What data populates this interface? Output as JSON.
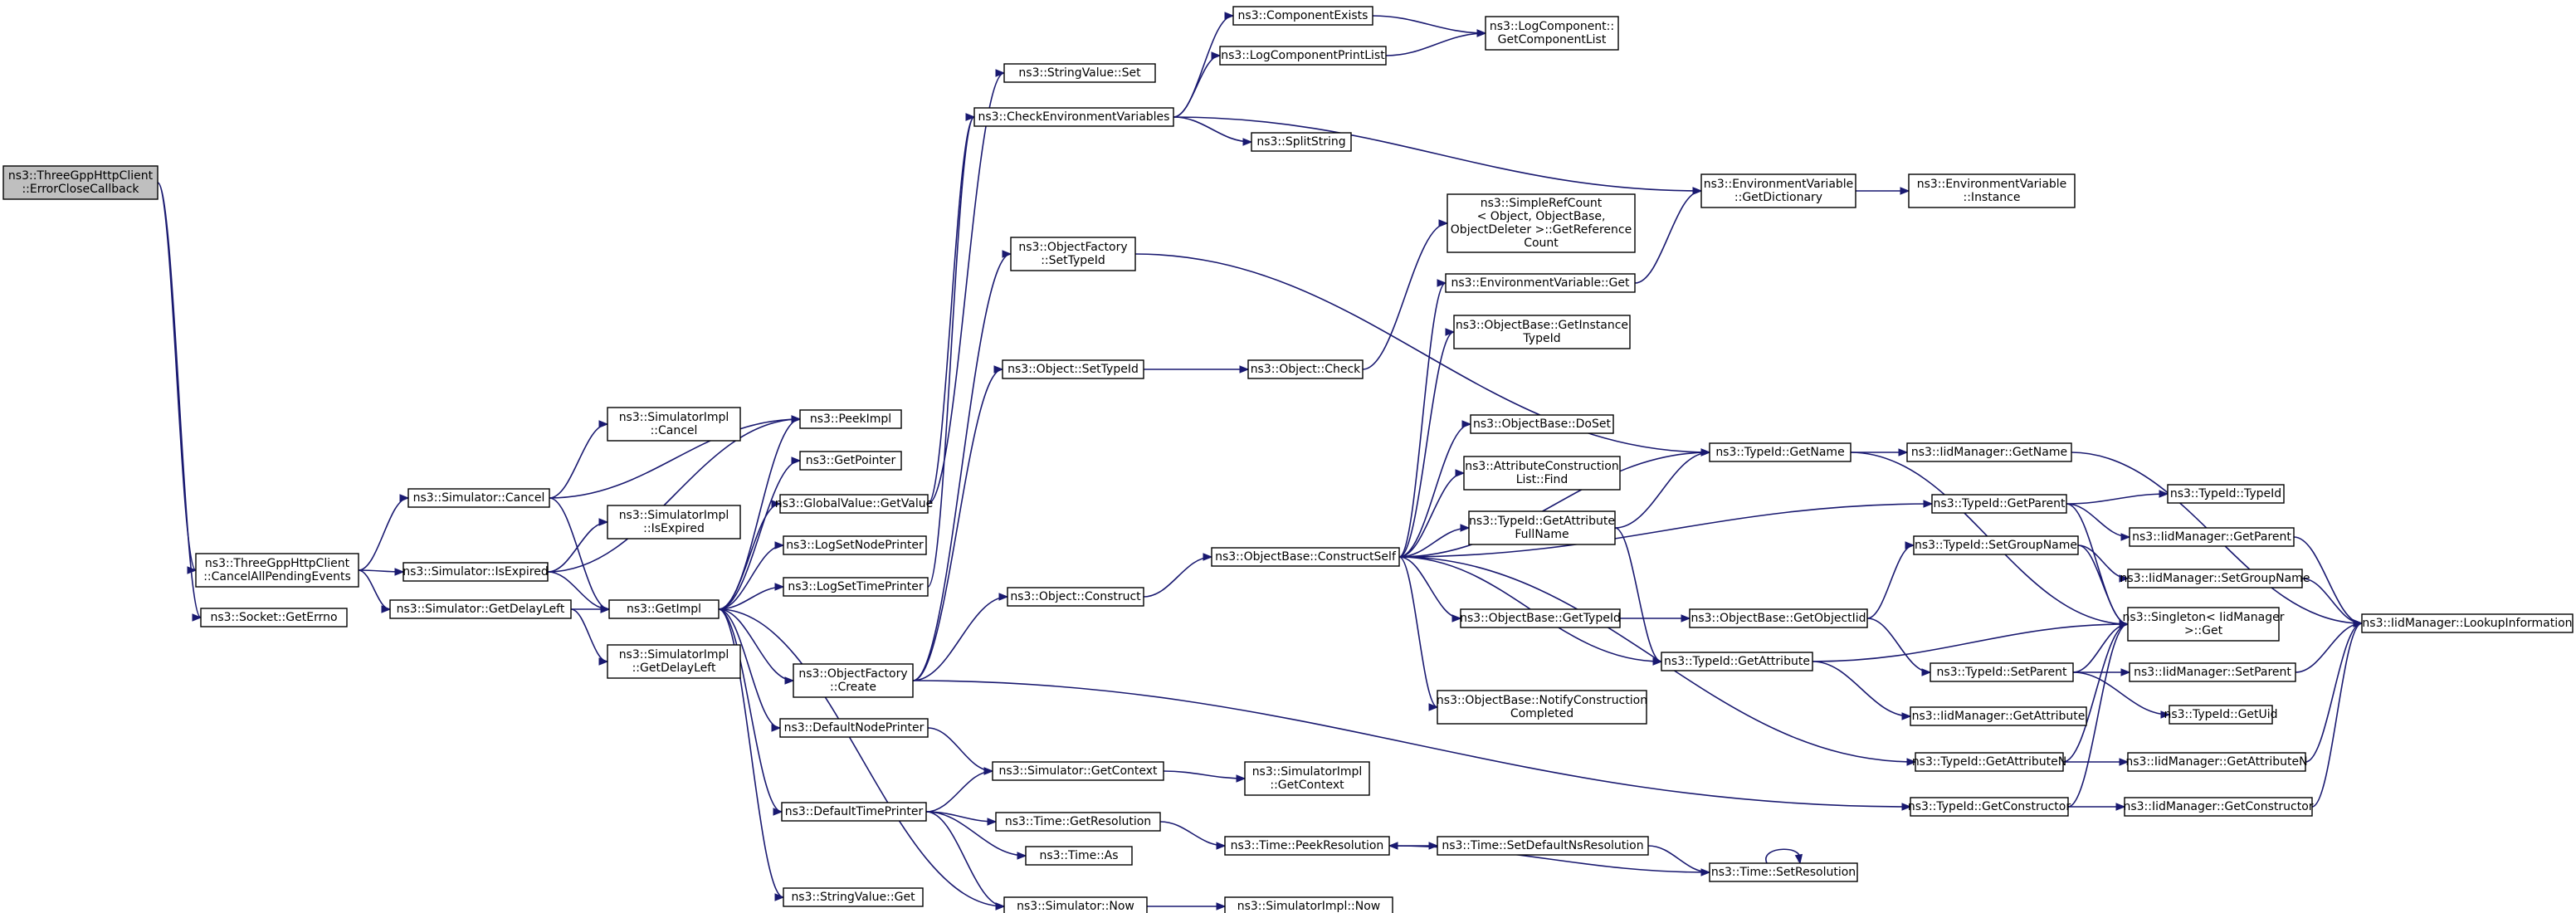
{
  "colors": {
    "edge": "#191970",
    "root_fill": "#bfbfbf",
    "node_fill": "#ffffff",
    "border": "#000000"
  },
  "nodes": [
    {
      "id": "n0",
      "lines": [
        "ns3::ThreeGppHttpClient",
        "::ErrorCloseCallback"
      ],
      "root": true
    },
    {
      "id": "n1",
      "lines": [
        "ns3::ThreeGppHttpClient",
        "::CancelAllPendingEvents"
      ]
    },
    {
      "id": "n2",
      "lines": [
        "ns3::Socket::GetErrno"
      ]
    },
    {
      "id": "n3",
      "lines": [
        "ns3::Simulator::Cancel"
      ]
    },
    {
      "id": "n4",
      "lines": [
        "ns3::Simulator::IsExpired"
      ]
    },
    {
      "id": "n5",
      "lines": [
        "ns3::Simulator::GetDelayLeft"
      ]
    },
    {
      "id": "n6",
      "lines": [
        "ns3::SimulatorImpl",
        "::Cancel"
      ]
    },
    {
      "id": "n7",
      "lines": [
        "ns3::PeekImpl"
      ]
    },
    {
      "id": "n8",
      "lines": [
        "ns3::GetImpl"
      ]
    },
    {
      "id": "n9",
      "lines": [
        "ns3::SimulatorImpl",
        "::IsExpired"
      ]
    },
    {
      "id": "n10",
      "lines": [
        "ns3::SimulatorImpl",
        "::GetDelayLeft"
      ]
    },
    {
      "id": "n11",
      "lines": [
        "ns3::GetPointer"
      ]
    },
    {
      "id": "n12",
      "lines": [
        "ns3::GlobalValue::GetValue"
      ]
    },
    {
      "id": "n13",
      "lines": [
        "ns3::LogSetNodePrinter"
      ]
    },
    {
      "id": "n14",
      "lines": [
        "ns3::LogSetTimePrinter"
      ]
    },
    {
      "id": "n15",
      "lines": [
        "ns3::ObjectFactory",
        "::Create"
      ]
    },
    {
      "id": "n16",
      "lines": [
        "ns3::DefaultNodePrinter"
      ]
    },
    {
      "id": "n17",
      "lines": [
        "ns3::DefaultTimePrinter"
      ]
    },
    {
      "id": "n18",
      "lines": [
        "ns3::StringValue::Get"
      ]
    },
    {
      "id": "n19",
      "lines": [
        "ns3::StringValue::Set"
      ]
    },
    {
      "id": "n20",
      "lines": [
        "ns3::CheckEnvironmentVariables"
      ]
    },
    {
      "id": "n21",
      "lines": [
        "ns3::ObjectFactory",
        "::SetTypeId"
      ]
    },
    {
      "id": "n22",
      "lines": [
        "ns3::Object::SetTypeId"
      ]
    },
    {
      "id": "n23",
      "lines": [
        "ns3::Object::Construct"
      ]
    },
    {
      "id": "n24",
      "lines": [
        "ns3::Simulator::GetContext"
      ]
    },
    {
      "id": "n25",
      "lines": [
        "ns3::SimulatorImpl",
        "::GetContext"
      ]
    },
    {
      "id": "n26",
      "lines": [
        "ns3::Time::GetResolution"
      ]
    },
    {
      "id": "n27",
      "lines": [
        "ns3::Time::As"
      ]
    },
    {
      "id": "n28",
      "lines": [
        "ns3::Simulator::Now"
      ]
    },
    {
      "id": "n29",
      "lines": [
        "ns3::SimulatorImpl::Now"
      ]
    },
    {
      "id": "n30",
      "lines": [
        "ns3::ComponentExists"
      ]
    },
    {
      "id": "n31",
      "lines": [
        "ns3::LogComponentPrintList"
      ]
    },
    {
      "id": "n32",
      "lines": [
        "ns3::SplitString"
      ]
    },
    {
      "id": "n33",
      "lines": [
        "ns3::LogComponent::",
        "GetComponentList"
      ]
    },
    {
      "id": "n34",
      "lines": [
        "ns3::Object::Check"
      ]
    },
    {
      "id": "n35",
      "lines": [
        "ns3::ObjectBase::ConstructSelf"
      ]
    },
    {
      "id": "n36",
      "lines": [
        "ns3::SimpleRefCount",
        "< Object, ObjectBase,",
        "ObjectDeleter >::GetReference",
        "Count"
      ]
    },
    {
      "id": "n37",
      "lines": [
        "ns3::EnvironmentVariable::Get"
      ]
    },
    {
      "id": "n38",
      "lines": [
        "ns3::ObjectBase::GetInstance",
        "TypeId"
      ]
    },
    {
      "id": "n39",
      "lines": [
        "ns3::ObjectBase::DoSet"
      ]
    },
    {
      "id": "n40",
      "lines": [
        "ns3::AttributeConstruction",
        "List::Find"
      ]
    },
    {
      "id": "n41",
      "lines": [
        "ns3::TypeId::GetAttribute",
        "FullName"
      ]
    },
    {
      "id": "n42",
      "lines": [
        "ns3::ObjectBase::GetTypeId"
      ]
    },
    {
      "id": "n43",
      "lines": [
        "ns3::ObjectBase::NotifyConstruction",
        "Completed"
      ]
    },
    {
      "id": "n44",
      "lines": [
        "ns3::Time::PeekResolution"
      ]
    },
    {
      "id": "n45",
      "lines": [
        "ns3::Time::SetDefaultNsResolution"
      ]
    },
    {
      "id": "n46",
      "lines": [
        "ns3::Time::SetResolution"
      ]
    },
    {
      "id": "n47",
      "lines": [
        "ns3::EnvironmentVariable",
        "::GetDictionary"
      ]
    },
    {
      "id": "n48",
      "lines": [
        "ns3::EnvironmentVariable",
        "::Instance"
      ]
    },
    {
      "id": "n49",
      "lines": [
        "ns3::TypeId::GetName"
      ]
    },
    {
      "id": "n50",
      "lines": [
        "ns3::ObjectBase::GetObjectIid"
      ]
    },
    {
      "id": "n51",
      "lines": [
        "ns3::TypeId::GetAttribute"
      ]
    },
    {
      "id": "n52",
      "lines": [
        "ns3::TypeId::GetAttributeN"
      ]
    },
    {
      "id": "n53",
      "lines": [
        "ns3::TypeId::GetConstructor"
      ]
    },
    {
      "id": "n54",
      "lines": [
        "ns3::IidManager::GetName"
      ]
    },
    {
      "id": "n55",
      "lines": [
        "ns3::TypeId::GetParent"
      ]
    },
    {
      "id": "n56",
      "lines": [
        "ns3::TypeId::SetGroupName"
      ]
    },
    {
      "id": "n57",
      "lines": [
        "ns3::Singleton< IidManager",
        ">::Get"
      ]
    },
    {
      "id": "n58",
      "lines": [
        "ns3::TypeId::SetParent"
      ]
    },
    {
      "id": "n59",
      "lines": [
        "ns3::IidManager::GetAttribute"
      ]
    },
    {
      "id": "n60",
      "lines": [
        "ns3::TypeId::TypeId"
      ]
    },
    {
      "id": "n61",
      "lines": [
        "ns3::IidManager::GetParent"
      ]
    },
    {
      "id": "n62",
      "lines": [
        "ns3::IidManager::SetGroupName"
      ]
    },
    {
      "id": "n63",
      "lines": [
        "ns3::IidManager::SetParent"
      ]
    },
    {
      "id": "n64",
      "lines": [
        "ns3::TypeId::GetUid"
      ]
    },
    {
      "id": "n65",
      "lines": [
        "ns3::IidManager::GetAttributeN"
      ]
    },
    {
      "id": "n66",
      "lines": [
        "ns3::IidManager::GetConstructor"
      ]
    },
    {
      "id": "n67",
      "lines": [
        "ns3::IidManager::LookupInformation"
      ]
    }
  ],
  "edges": [
    [
      "n0",
      "n1"
    ],
    [
      "n0",
      "n2"
    ],
    [
      "n1",
      "n3"
    ],
    [
      "n1",
      "n4"
    ],
    [
      "n1",
      "n5"
    ],
    [
      "n3",
      "n6"
    ],
    [
      "n3",
      "n7"
    ],
    [
      "n3",
      "n8"
    ],
    [
      "n4",
      "n9"
    ],
    [
      "n4",
      "n7"
    ],
    [
      "n4",
      "n8"
    ],
    [
      "n5",
      "n10"
    ],
    [
      "n5",
      "n8"
    ],
    [
      "n8",
      "n7"
    ],
    [
      "n8",
      "n11"
    ],
    [
      "n8",
      "n12"
    ],
    [
      "n8",
      "n13"
    ],
    [
      "n8",
      "n14"
    ],
    [
      "n8",
      "n15"
    ],
    [
      "n8",
      "n16"
    ],
    [
      "n8",
      "n17"
    ],
    [
      "n8",
      "n18"
    ],
    [
      "n8",
      "n28"
    ],
    [
      "n12",
      "n19"
    ],
    [
      "n12",
      "n20"
    ],
    [
      "n14",
      "n20"
    ],
    [
      "n15",
      "n21"
    ],
    [
      "n15",
      "n22"
    ],
    [
      "n15",
      "n23"
    ],
    [
      "n15",
      "n53"
    ],
    [
      "n16",
      "n24"
    ],
    [
      "n17",
      "n24"
    ],
    [
      "n17",
      "n26"
    ],
    [
      "n17",
      "n27"
    ],
    [
      "n17",
      "n28"
    ],
    [
      "n20",
      "n30"
    ],
    [
      "n20",
      "n31"
    ],
    [
      "n20",
      "n32"
    ],
    [
      "n20",
      "n47"
    ],
    [
      "n21",
      "n49"
    ],
    [
      "n22",
      "n34"
    ],
    [
      "n23",
      "n35"
    ],
    [
      "n24",
      "n25"
    ],
    [
      "n26",
      "n44"
    ],
    [
      "n28",
      "n29"
    ],
    [
      "n30",
      "n33"
    ],
    [
      "n31",
      "n33"
    ],
    [
      "n34",
      "n36"
    ],
    [
      "n35",
      "n37"
    ],
    [
      "n35",
      "n38"
    ],
    [
      "n35",
      "n39"
    ],
    [
      "n35",
      "n40"
    ],
    [
      "n35",
      "n41"
    ],
    [
      "n35",
      "n42"
    ],
    [
      "n35",
      "n43"
    ],
    [
      "n35",
      "n49"
    ],
    [
      "n35",
      "n51"
    ],
    [
      "n35",
      "n52"
    ],
    [
      "n35",
      "n55"
    ],
    [
      "n37",
      "n47"
    ],
    [
      "n41",
      "n49"
    ],
    [
      "n41",
      "n51"
    ],
    [
      "n42",
      "n50"
    ],
    [
      "n44",
      "n45"
    ],
    [
      "n45",
      "n46"
    ],
    [
      "n46",
      "n44"
    ],
    [
      "n46",
      "n46"
    ],
    [
      "n47",
      "n48"
    ],
    [
      "n49",
      "n54"
    ],
    [
      "n49",
      "n57"
    ],
    [
      "n50",
      "n56"
    ],
    [
      "n50",
      "n58"
    ],
    [
      "n51",
      "n59"
    ],
    [
      "n51",
      "n57"
    ],
    [
      "n52",
      "n65"
    ],
    [
      "n52",
      "n57"
    ],
    [
      "n53",
      "n66"
    ],
    [
      "n53",
      "n57"
    ],
    [
      "n54",
      "n67"
    ],
    [
      "n55",
      "n60"
    ],
    [
      "n55",
      "n61"
    ],
    [
      "n55",
      "n57"
    ],
    [
      "n56",
      "n62"
    ],
    [
      "n56",
      "n57"
    ],
    [
      "n58",
      "n63"
    ],
    [
      "n58",
      "n64"
    ],
    [
      "n58",
      "n57"
    ],
    [
      "n61",
      "n67"
    ],
    [
      "n62",
      "n67"
    ],
    [
      "n63",
      "n67"
    ],
    [
      "n65",
      "n67"
    ],
    [
      "n66",
      "n67"
    ]
  ]
}
